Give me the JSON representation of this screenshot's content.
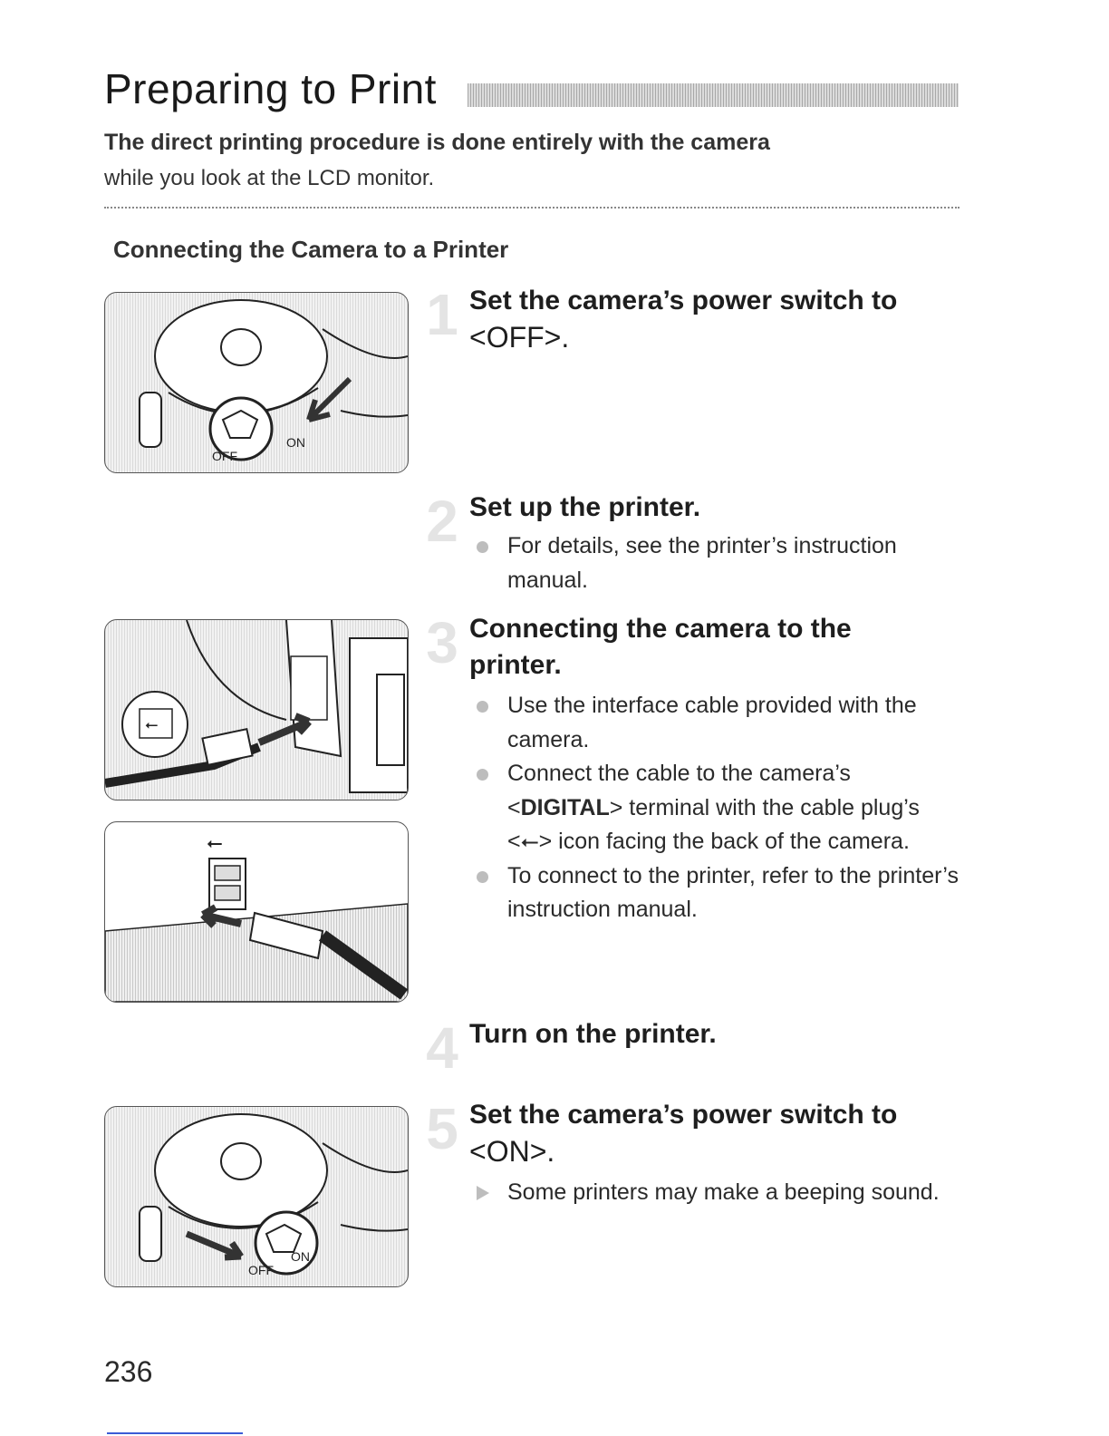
{
  "header": {
    "title": "Preparing to Print",
    "intro_bold": "The direct printing procedure is done entirely with the camera",
    "intro_text": "while you look at the LCD monitor."
  },
  "section": {
    "heading": "Connecting the Camera to a Printer"
  },
  "steps": [
    {
      "num": "1",
      "title": "Set the camera’s power switch to",
      "sub": "<OFF>.",
      "bullets": []
    },
    {
      "num": "2",
      "title": "Set up the printer.",
      "bullets": [
        {
          "marker": "dot",
          "text": "For details, see the printer’s instruction manual."
        }
      ]
    },
    {
      "num": "3",
      "title": "Connecting the camera to the printer.",
      "bullets": [
        {
          "marker": "dot",
          "text": "Use the interface cable provided with the camera."
        },
        {
          "marker": "dot",
          "pre": "Connect the cable to the camera’s <",
          "bold": "DIGITAL",
          "post": "> terminal with the cable plug’s <",
          "icon": "usb-icon",
          "post2": "> icon facing the back of the camera."
        },
        {
          "marker": "dot",
          "text": "To connect to the printer, refer to the printer’s instruction manual."
        }
      ]
    },
    {
      "num": "4",
      "title": "Turn on the printer.",
      "bullets": []
    },
    {
      "num": "5",
      "title": "Set the camera’s power switch to",
      "sub": "<ON>.",
      "bullets": [
        {
          "marker": "triangle",
          "text": "Some printers may make a beeping sound."
        }
      ]
    }
  ],
  "illustrations": {
    "switch_off": {
      "labels": [
        "OFF",
        "ON"
      ]
    },
    "switch_on": {
      "labels": [
        "OFF",
        "ON"
      ]
    }
  },
  "footer": {
    "page_number": "236"
  }
}
